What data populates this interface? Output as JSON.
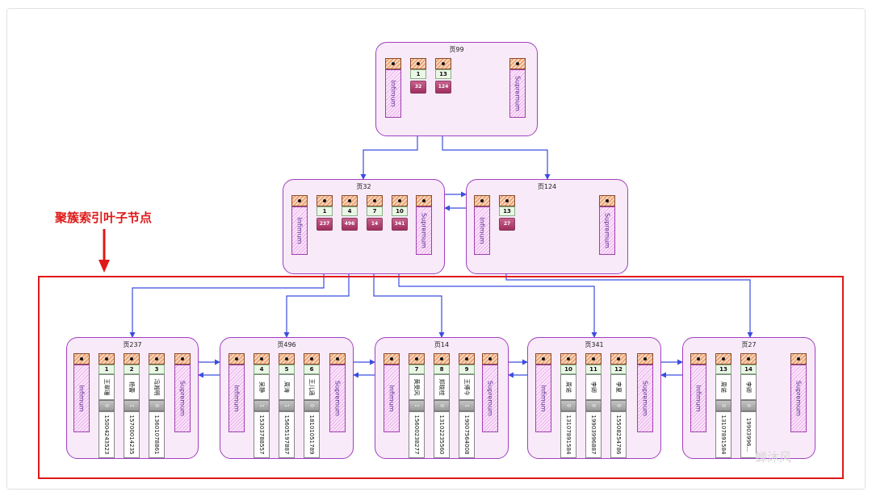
{
  "annotation": {
    "label": "聚簇索引叶子节点",
    "color": "#e01818"
  },
  "watermark": "蝉沐风",
  "colors": {
    "inner_pointer_line": "#3a4ee0",
    "next_record_line": "#111111",
    "page_border": "#a040c0"
  },
  "pages": [
    {
      "id": "p99",
      "title": "页99",
      "kind": "internal",
      "infimum": "Infimum",
      "supremum": "Supremum",
      "records": [
        {
          "key": "1",
          "page_ptr": "32"
        },
        {
          "key": "13",
          "page_ptr": "124"
        }
      ]
    },
    {
      "id": "p32",
      "title": "页32",
      "kind": "internal",
      "infimum": "Infimum",
      "supremum": "Supremum",
      "records": [
        {
          "key": "1",
          "page_ptr": "237"
        },
        {
          "key": "4",
          "page_ptr": "496"
        },
        {
          "key": "7",
          "page_ptr": "14"
        },
        {
          "key": "10",
          "page_ptr": "341"
        }
      ]
    },
    {
      "id": "p124",
      "title": "页124",
      "kind": "internal",
      "infimum": "Infimum",
      "supremum": "Supremum",
      "records": [
        {
          "key": "13",
          "page_ptr": "27"
        }
      ]
    },
    {
      "id": "p237",
      "title": "页237",
      "kind": "leaf",
      "infimum": "Infimum",
      "supremum": "Supremum",
      "records": [
        {
          "key": "1",
          "name": "王翠珊",
          "num": "0",
          "phone": "15004243523"
        },
        {
          "key": "2",
          "name": "杨蕾",
          "num": "1",
          "phone": "15700014235"
        },
        {
          "key": "3",
          "name": "冯湘明",
          "num": "0",
          "phone": "13601078861"
        }
      ]
    },
    {
      "id": "p496",
      "title": "页496",
      "kind": "leaf",
      "infimum": "Infimum",
      "supremum": "Supremum",
      "records": [
        {
          "key": "4",
          "name": "吴静",
          "num": "1",
          "phone": "15303788557"
        },
        {
          "key": "5",
          "name": "周涛",
          "num": "1",
          "phone": "15605197887"
        },
        {
          "key": "6",
          "name": "王儿涵",
          "num": "0",
          "phone": "18101051789"
        }
      ]
    },
    {
      "id": "p14",
      "title": "页14",
      "kind": "leaf",
      "infimum": "Infimum",
      "supremum": "Supremum",
      "records": [
        {
          "key": "7",
          "name": "黄旻风",
          "num": "1",
          "phone": "15600238277"
        },
        {
          "key": "8",
          "name": "郑晓桂",
          "num": "0",
          "phone": "13102235560"
        },
        {
          "key": "9",
          "name": "王博今",
          "num": "1",
          "phone": "19007564008"
        }
      ]
    },
    {
      "id": "p341",
      "title": "页341",
      "kind": "leaf",
      "infimum": "Infimum",
      "supremum": "Supremum",
      "records": [
        {
          "key": "10",
          "name": "周诺",
          "num": "0",
          "phone": "13107891584"
        },
        {
          "key": "11",
          "name": "李卿",
          "num": "0",
          "phone": "19903996887"
        },
        {
          "key": "12",
          "name": "李夏",
          "num": "0",
          "phone": "15508254786"
        }
      ]
    },
    {
      "id": "p27",
      "title": "页27",
      "kind": "leaf",
      "infimum": "Infimum",
      "supremum": "Supremum",
      "records": [
        {
          "key": "13",
          "name": "周诺",
          "num": "0",
          "phone": "13107891584"
        },
        {
          "key": "14",
          "name": "李卿",
          "num": "0",
          "phone": "19903996..."
        }
      ]
    }
  ]
}
